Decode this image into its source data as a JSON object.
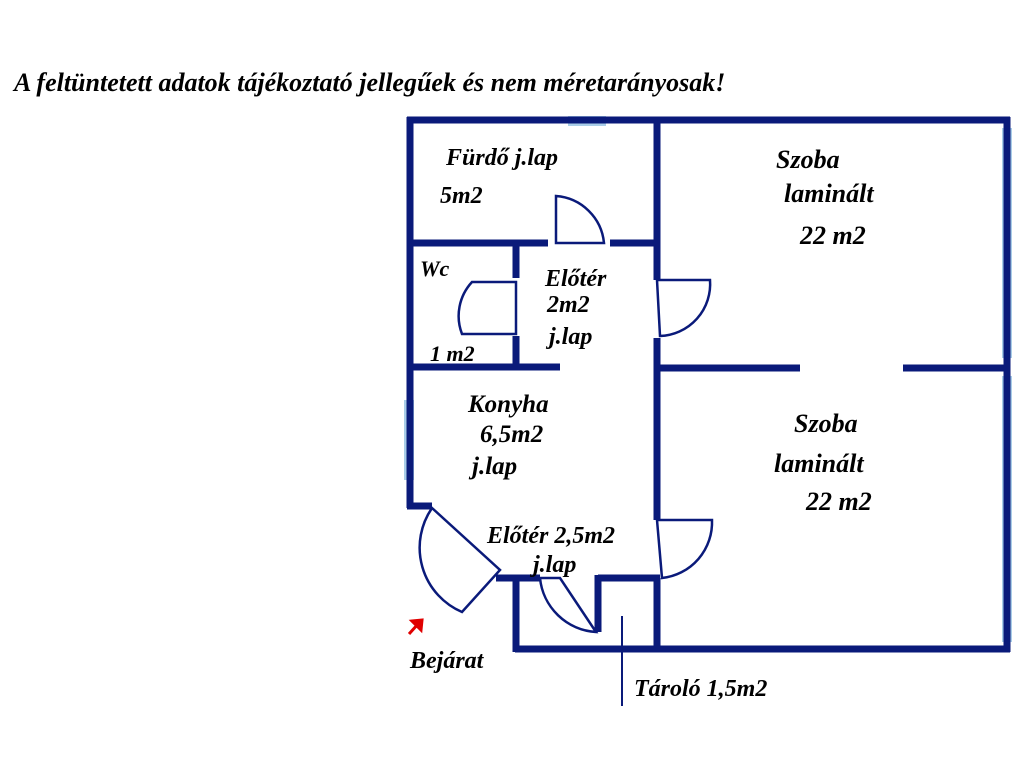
{
  "notice": "A feltüntetett adatok tájékoztató jellegűek és nem méretarányosak!",
  "colors": {
    "wall": "#0a1a7a",
    "window": "#a9cde8",
    "door": "#0a1a7a",
    "entrance_arrow": "#e00000",
    "text": "#000000"
  },
  "rooms": {
    "furdo": {
      "name": "Fürdő j.lap",
      "area": "5m2"
    },
    "szoba1": {
      "name": "Szoba",
      "floor": "laminált",
      "area": "22 m2"
    },
    "wc": {
      "name": "Wc",
      "area": "1 m2"
    },
    "eloter1": {
      "name": "Előtér",
      "area": "2m2",
      "floor": "j.lap"
    },
    "konyha": {
      "name": "Konyha",
      "area": "6,5m2",
      "floor": "j.lap"
    },
    "szoba2": {
      "name": "Szoba",
      "floor": "laminált",
      "area": "22 m2"
    },
    "eloter2": {
      "name": "Előtér 2,5m2",
      "floor": "j.lap"
    },
    "tarolo": {
      "label": "Tároló 1,5m2"
    }
  },
  "entrance": {
    "label": "Bejárat",
    "icon": "entrance-arrow-icon"
  }
}
